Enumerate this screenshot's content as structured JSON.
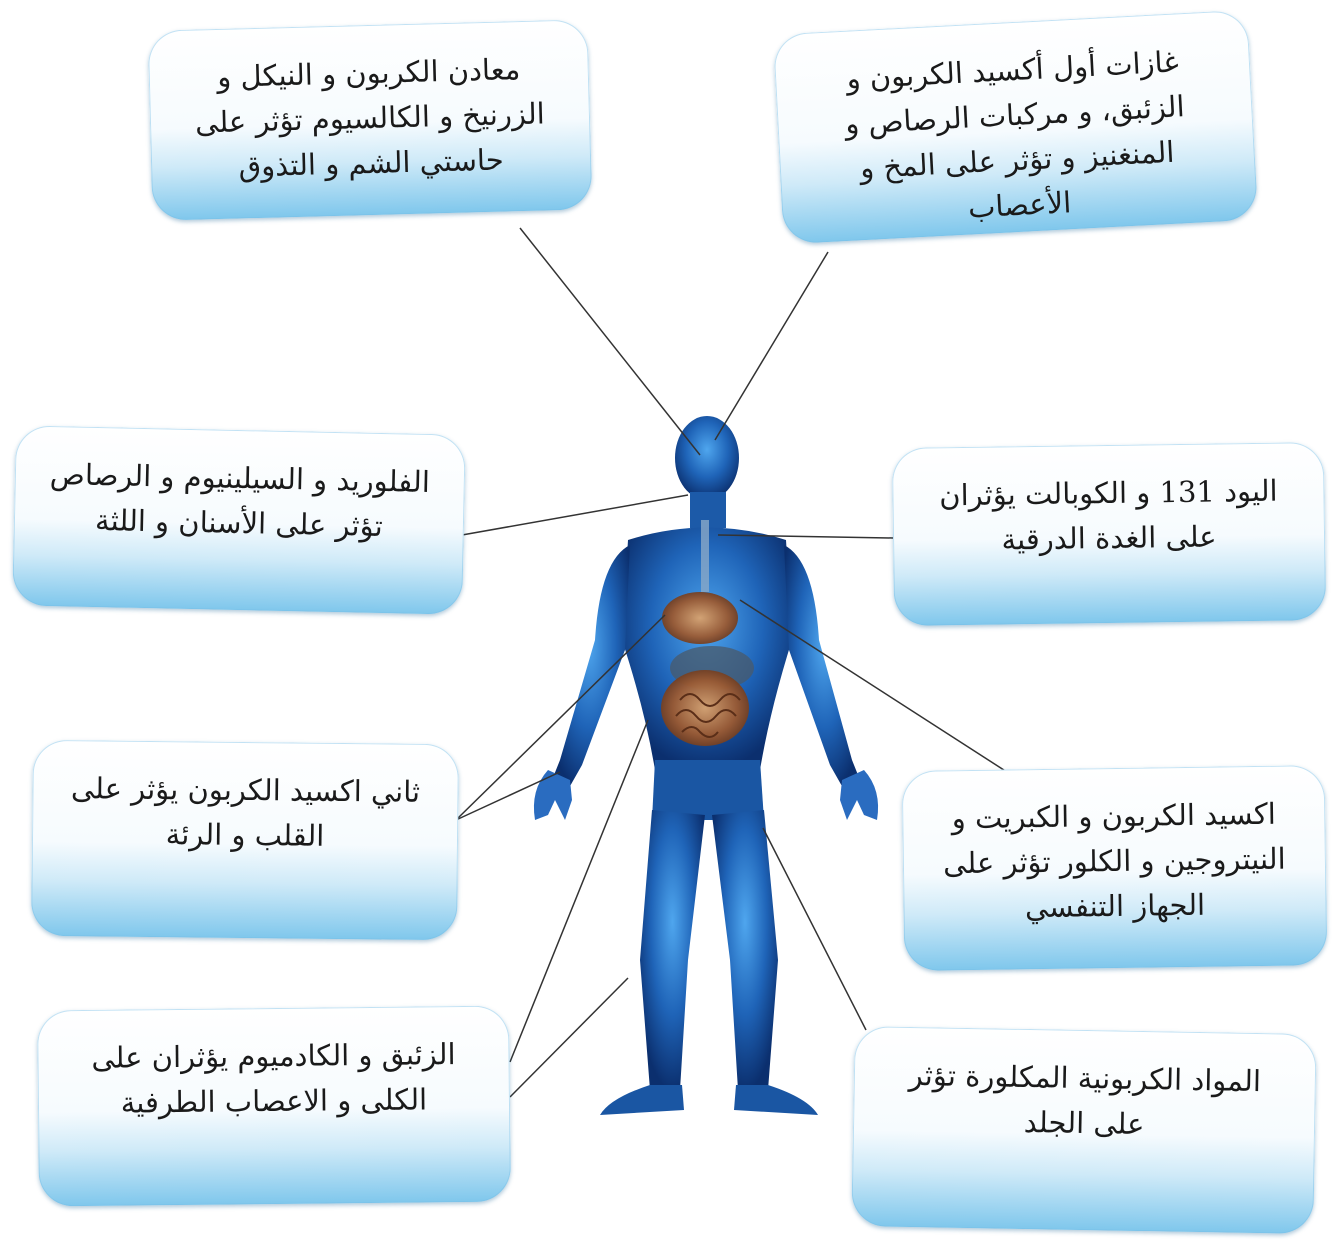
{
  "diagram": {
    "boxes": {
      "top_left": "معادن الكربون و النيكل و الزرنيخ و الكالسيوم تؤثر على حاستي الشم و التذوق",
      "top_right": "غازات أول أكسيد الكربون و الزئبق، و مركبات الرصاص و المنغنيز و تؤثر على المخ و الأعصاب",
      "mid_left": "الفلوريد و السيلينيوم و الرصاص تؤثر على الأسنان و اللثة",
      "mid_right": "اليود 131 و الكوبالت يؤثران على الغدة الدرقية",
      "lower_left": "ثاني اكسيد الكربون يؤثر على القلب و الرئة",
      "lower_right": "اكسيد الكربون و الكبريت و النيتروجين و الكلور تؤثر على الجهاز التنفسي",
      "bottom_left": "الزئبق و الكادميوم يؤثران على الكلى و الاعصاب الطرفية",
      "bottom_right": "المواد الكربونية المكلورة تؤثر على الجلد"
    },
    "colors": {
      "body": "#1f5fb0",
      "box_gradient_end": "#7fc7ec",
      "connector": "#333333"
    }
  }
}
